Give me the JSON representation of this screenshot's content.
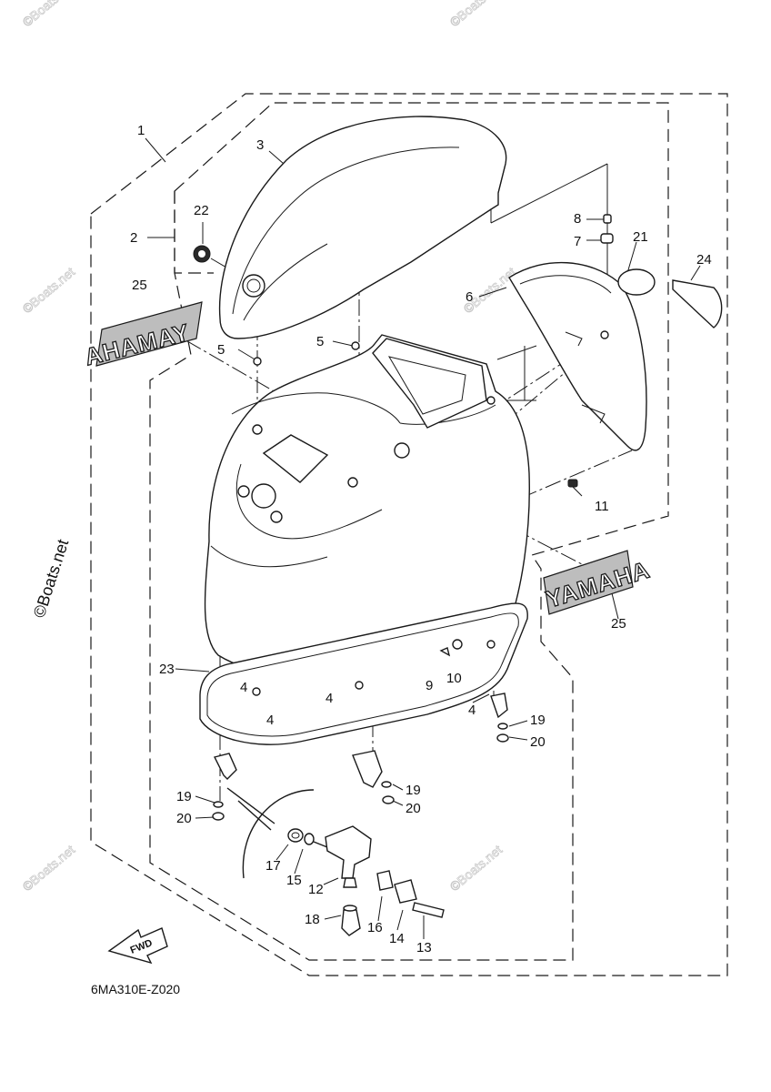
{
  "diagram_code": "6MA310E-Z020",
  "watermark": "©Boats.net",
  "fwd_label": "FWD",
  "logo_text": "YAMAHA",
  "callouts": {
    "c1": "1",
    "c2": "2",
    "c3": "3",
    "c4a": "4",
    "c4b": "4",
    "c4c": "4",
    "c5a": "5",
    "c5b": "5",
    "c6": "6",
    "c7": "7",
    "c8": "8",
    "c9": "9",
    "c10": "10",
    "c11": "11",
    "c12": "12",
    "c13": "13",
    "c14": "14",
    "c15": "15",
    "c16": "16",
    "c17": "17",
    "c18": "18",
    "c19a": "19",
    "c19b": "19",
    "c19c": "19",
    "c20a": "20",
    "c20b": "20",
    "c20c": "20",
    "c21": "21",
    "c22": "22",
    "c23": "23",
    "c24": "24",
    "c25a": "25",
    "c25b": "25"
  },
  "colors": {
    "line": "#1a1a1a",
    "watermark": "#c8c8c8",
    "background": "#ffffff"
  }
}
